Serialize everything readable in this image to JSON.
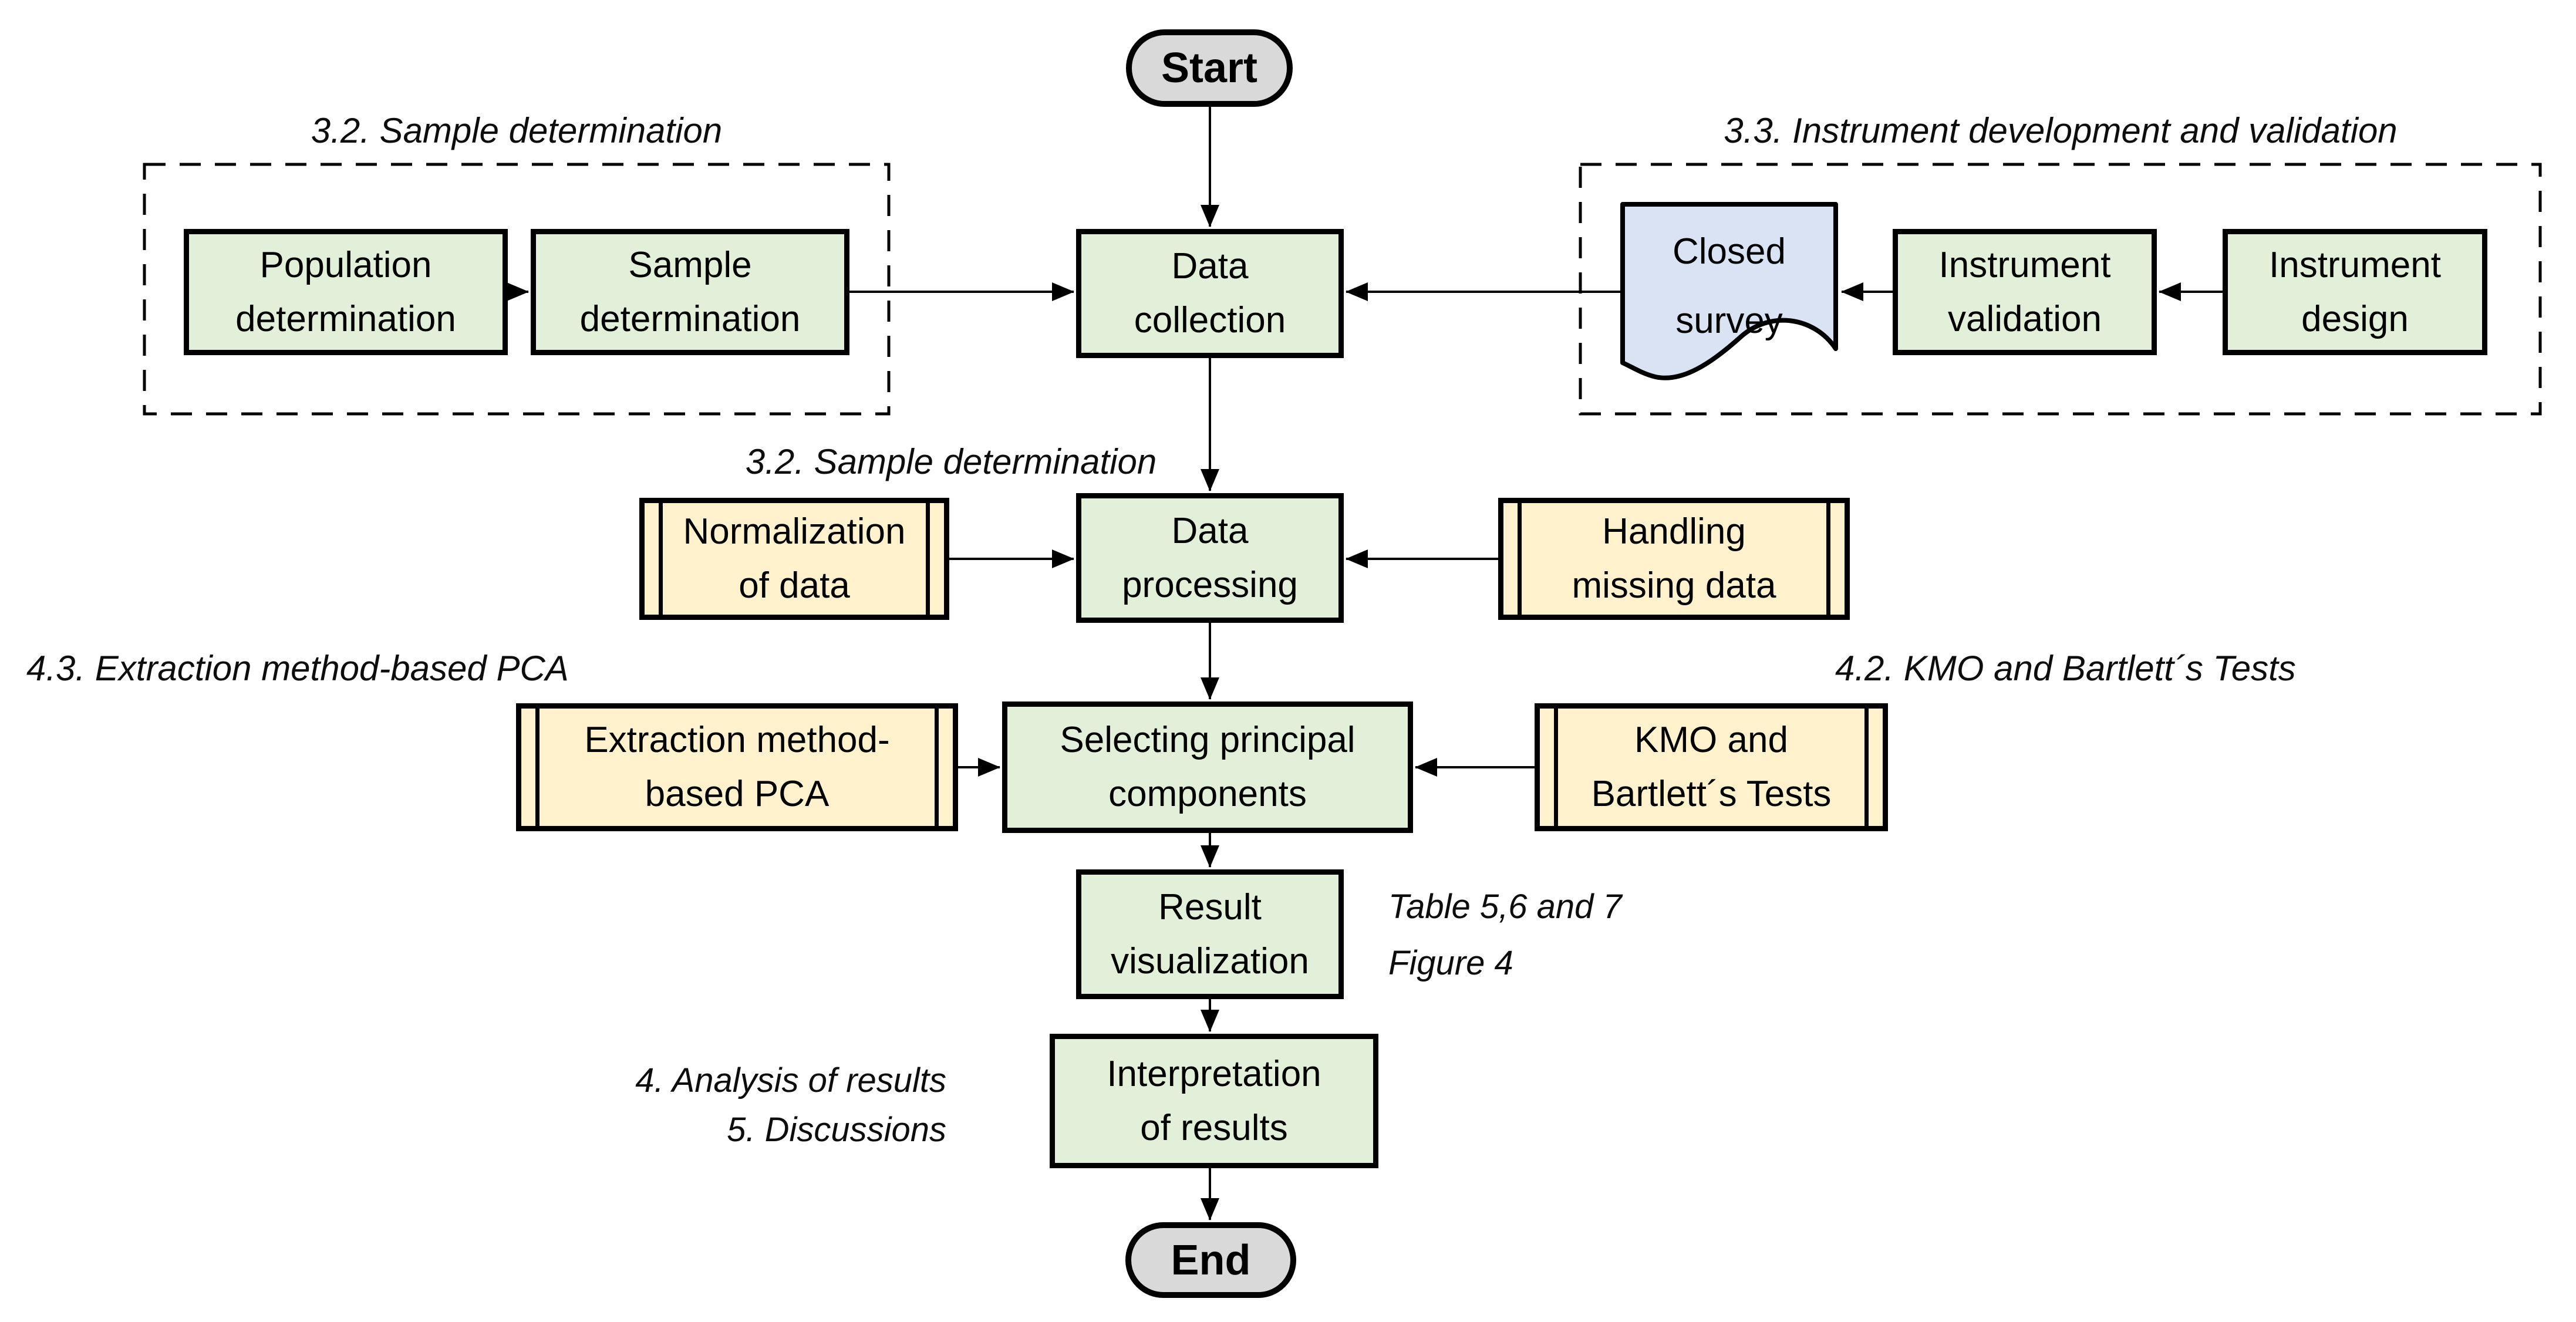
{
  "diagram_title": "PCA methodology flowchart",
  "nodes": {
    "start": {
      "label": "Start"
    },
    "population": {
      "lines": [
        "Population",
        "determination"
      ]
    },
    "sample": {
      "lines": [
        "Sample",
        "determination"
      ]
    },
    "data_collection": {
      "lines": [
        "Data",
        "collection"
      ]
    },
    "closed_survey": {
      "lines": [
        "Closed",
        "survey"
      ]
    },
    "instrument_validation": {
      "lines": [
        "Instrument",
        "validation"
      ]
    },
    "instrument_design": {
      "lines": [
        "Instrument",
        "design"
      ]
    },
    "normalization": {
      "lines": [
        "Normalization",
        "of data"
      ]
    },
    "data_processing": {
      "lines": [
        "Data",
        "processing"
      ]
    },
    "handling_missing": {
      "lines": [
        "Handling",
        "missing data"
      ]
    },
    "extraction_pca": {
      "lines": [
        "Extraction method-",
        "based PCA"
      ]
    },
    "selecting_pc": {
      "lines": [
        "Selecting principal",
        "components"
      ]
    },
    "kmo_bartlett": {
      "lines": [
        "KMO and",
        "Bartlett´s Tests"
      ]
    },
    "result_visualization": {
      "lines": [
        "Result",
        "visualization"
      ]
    },
    "interpretation": {
      "lines": [
        "Interpretation",
        "of results"
      ]
    },
    "end": {
      "label": "End"
    }
  },
  "section_labels": {
    "sample_determination_top": "3.2. Sample determination",
    "instrument_dev": "3.3. Instrument development and validation",
    "sample_determination_mid": "3.2. Sample determination",
    "extraction_pca": "4.3. Extraction method-based PCA",
    "kmo_tests": "4.2. KMO and Bartlett´s Tests",
    "analysis_line1": "4. Analysis of results",
    "analysis_line2": "5. Discussions",
    "table_note_line1": "Table 5,6 and 7",
    "table_note_line2": "Figure 4"
  },
  "colors": {
    "process_green": "#e2efd9",
    "subroutine_yellow": "#fff2cc",
    "document_blue": "#dae3f3",
    "terminal_grey": "#d9d9d9",
    "stroke_black": "#000000",
    "background": "#ffffff"
  }
}
